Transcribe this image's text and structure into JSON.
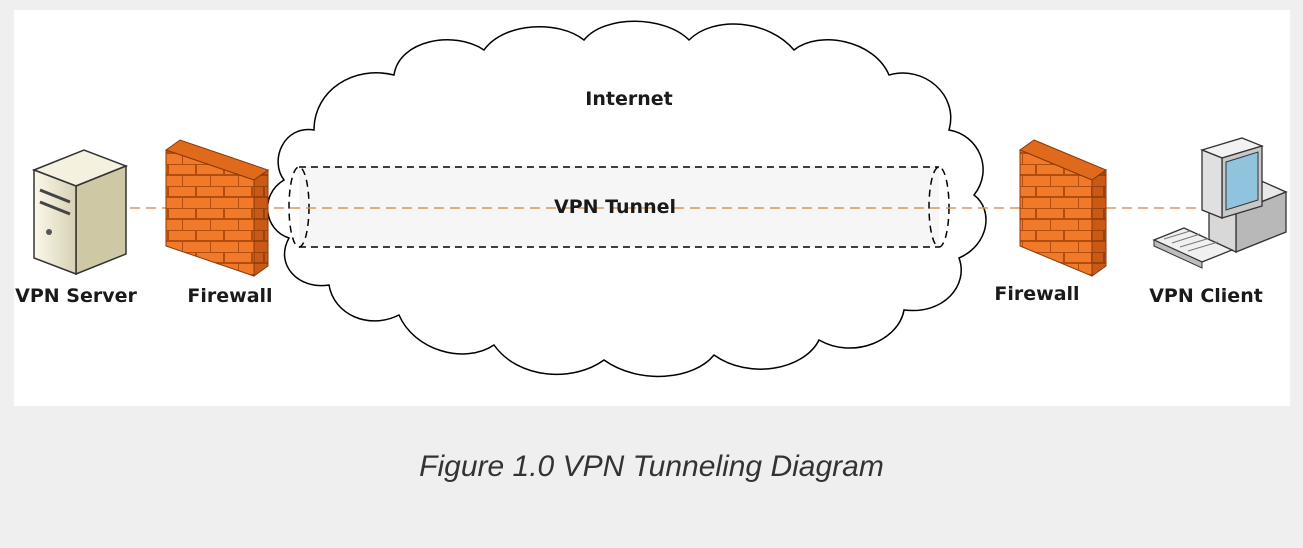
{
  "diagram": {
    "nodes": {
      "vpn_server": "VPN Server",
      "firewall_left": "Firewall",
      "internet": "Internet",
      "vpn_tunnel": "VPN Tunnel",
      "firewall_right": "Firewall",
      "vpn_client": "VPN Client"
    },
    "colors": {
      "connection_line": "#d59a5e",
      "firewall_front": "#f07a2a",
      "firewall_side": "#c85a16",
      "cloud_stroke": "#000000",
      "tunnel_fill": "#f6f6f6"
    },
    "icons": {
      "server": "server-icon",
      "firewall": "firewall-icon",
      "client": "desktop-computer-icon",
      "cloud": "cloud-icon"
    }
  },
  "caption": "Figure 1.0 VPN Tunneling Diagram"
}
